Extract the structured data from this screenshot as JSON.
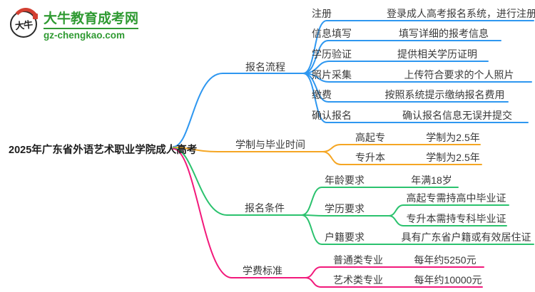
{
  "logo": {
    "site_name": "大牛教育成考网",
    "site_url": "gz-chengkao.com",
    "icon_text": "大牛"
  },
  "colors": {
    "branch_signup_flow": "#2e97f0",
    "branch_duration": "#f5a623",
    "branch_conditions": "#2bc26e",
    "branch_tuition": "#f2197b",
    "brand_green": "#2f9a32",
    "brand_red": "#d23f31",
    "text": "#3a3a3a"
  },
  "root": {
    "label": "2025年广东省外语艺术职业学院成人高考"
  },
  "branches": [
    {
      "label": "报名流程",
      "children": [
        {
          "label": "注册",
          "detail": "登录成人高考报名系统，进行注册"
        },
        {
          "label": "信息填写",
          "detail": "填写详细的报考信息"
        },
        {
          "label": "学历验证",
          "detail": "提供相关学历证明"
        },
        {
          "label": "照片采集",
          "detail": "上传符合要求的个人照片"
        },
        {
          "label": "缴费",
          "detail": "按照系统提示缴纳报名费用"
        },
        {
          "label": "确认报名",
          "detail": "确认报名信息无误并提交"
        }
      ]
    },
    {
      "label": "学制与毕业时间",
      "children": [
        {
          "label": "高起专",
          "detail": "学制为2.5年"
        },
        {
          "label": "专升本",
          "detail": "学制为2.5年"
        }
      ]
    },
    {
      "label": "报名条件",
      "children": [
        {
          "label": "年龄要求",
          "detail": "年满18岁"
        },
        {
          "label": "学历要求",
          "details": [
            "高起专需持高中毕业证",
            "专升本需持专科毕业证"
          ]
        },
        {
          "label": "户籍要求",
          "detail": "具有广东省户籍或有效居住证"
        }
      ]
    },
    {
      "label": "学费标准",
      "children": [
        {
          "label": "普通类专业",
          "detail": "每年约5250元"
        },
        {
          "label": "艺术类专业",
          "detail": "每年约10000元"
        }
      ]
    }
  ]
}
